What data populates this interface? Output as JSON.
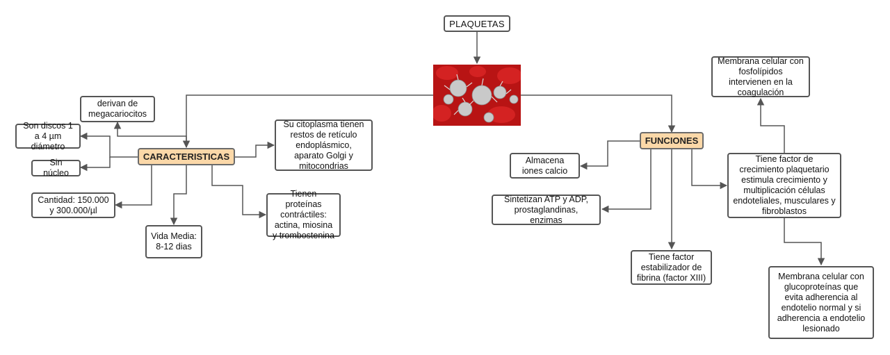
{
  "nodes": {
    "title": "PLAQUETAS",
    "caracteristicas": "CARACTERISTICAS",
    "funciones": "FUNCIONES",
    "megacariocitos": "derivan de megacariocitos",
    "discos": "Son discos 1 a 4 µm diámetro",
    "sin_nucleo": "Sin núcleo",
    "cantidad": "Cantidad: 150.000 y 300.000/µl",
    "vida_media": "Vida Media: 8-12 dias",
    "proteinas": "Tienen proteínas contráctiles: actina, miosina y trombostenina",
    "citoplasma": "Su citoplasma tienen restos de retículo endoplásmico, aparato Golgi y mitocondrias",
    "calcio": "Almacena iones calcio",
    "atp": "Sintetizan ATP y ADP, prostaglandinas, enzimas",
    "factor_xiii": "Tiene factor estabilizador de fibrina (factor XIII)",
    "crecimiento": "Tiene factor de crecimiento plaquetario estimula crecimiento y multiplicación células endoteliales, musculares y fibroblastos",
    "fosfolipidos": "Membrana celular con fosfolípidos intervienen en la coagulación",
    "glucoproteinas": "Membrana celular con glucoproteínas que evita adherencia al endotelio normal y si adherencia a endotelio lesionado"
  },
  "image": {
    "name": "platelets-microscopy-image"
  },
  "colors": {
    "hub_fill": "#fbd8a8",
    "border": "#555555",
    "wire": "#555555"
  }
}
